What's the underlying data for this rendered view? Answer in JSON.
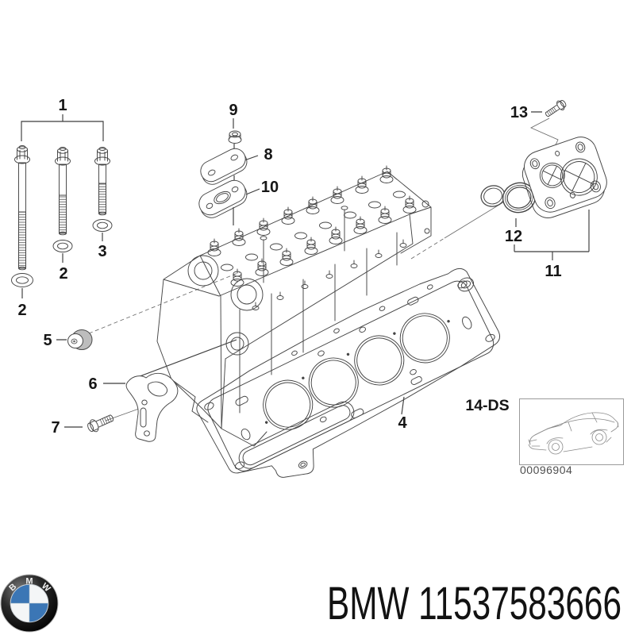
{
  "diagram": {
    "group_code": "14-DS",
    "thumbnail_code": "00096904",
    "callouts": {
      "c1": "1",
      "c2": "2",
      "c3": "3",
      "c4": "4",
      "c5": "5",
      "c6": "6",
      "c7": "7",
      "c8": "8",
      "c9": "9",
      "c10": "10",
      "c11": "11",
      "c12": "12",
      "c13": "13"
    }
  },
  "footer": {
    "part_number": "BMW 11537583666",
    "logo_letters": [
      "B",
      "M",
      "W"
    ]
  },
  "colors": {
    "line_art": "#454545",
    "label_text": "#161616",
    "bmw_blue": "#3b76b5",
    "thumbnail_border": "#9a9a9a",
    "caption_gray": "#4f4f4f"
  }
}
